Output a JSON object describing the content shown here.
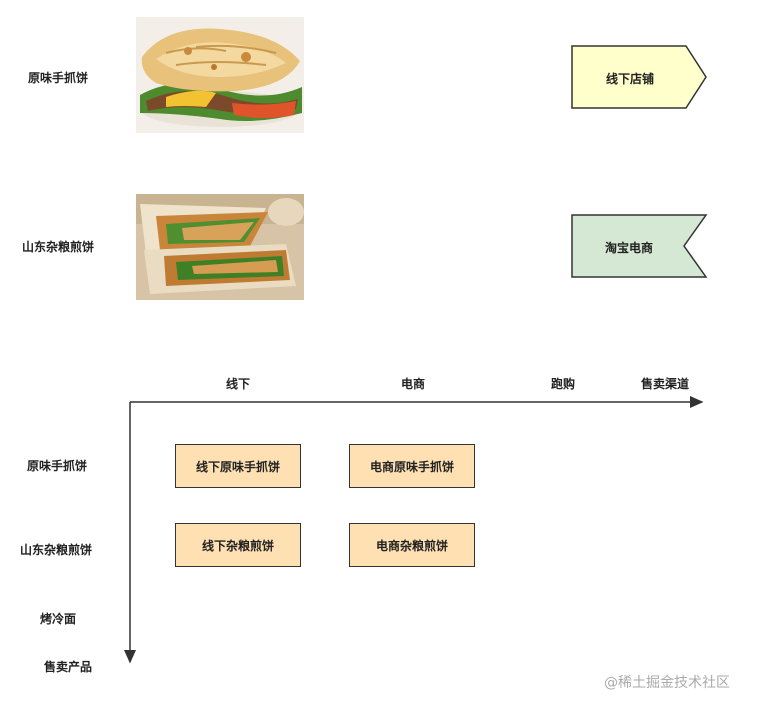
{
  "products_top": [
    {
      "label": "原味手抓饼"
    },
    {
      "label": "山东杂粮煎饼"
    }
  ],
  "channels": [
    {
      "label": "线下店铺",
      "fill": "#ffffcc"
    },
    {
      "label": "淘宝电商",
      "fill": "#d5e8d4"
    }
  ],
  "axis": {
    "x_labels": [
      "线下",
      "电商",
      "跑购"
    ],
    "x_title": "售卖渠道",
    "y_labels": [
      "原味手抓饼",
      "山东杂粮煎饼",
      "烤冷面"
    ],
    "y_title": "售卖产品"
  },
  "grid_boxes": [
    "线下原味手抓饼",
    "电商原味手抓饼",
    "线下杂粮煎饼",
    "电商杂粮煎饼"
  ],
  "colors": {
    "box_fill": "#ffe0b3",
    "stroke": "#333333"
  },
  "watermark": "@稀土掘金技术社区"
}
